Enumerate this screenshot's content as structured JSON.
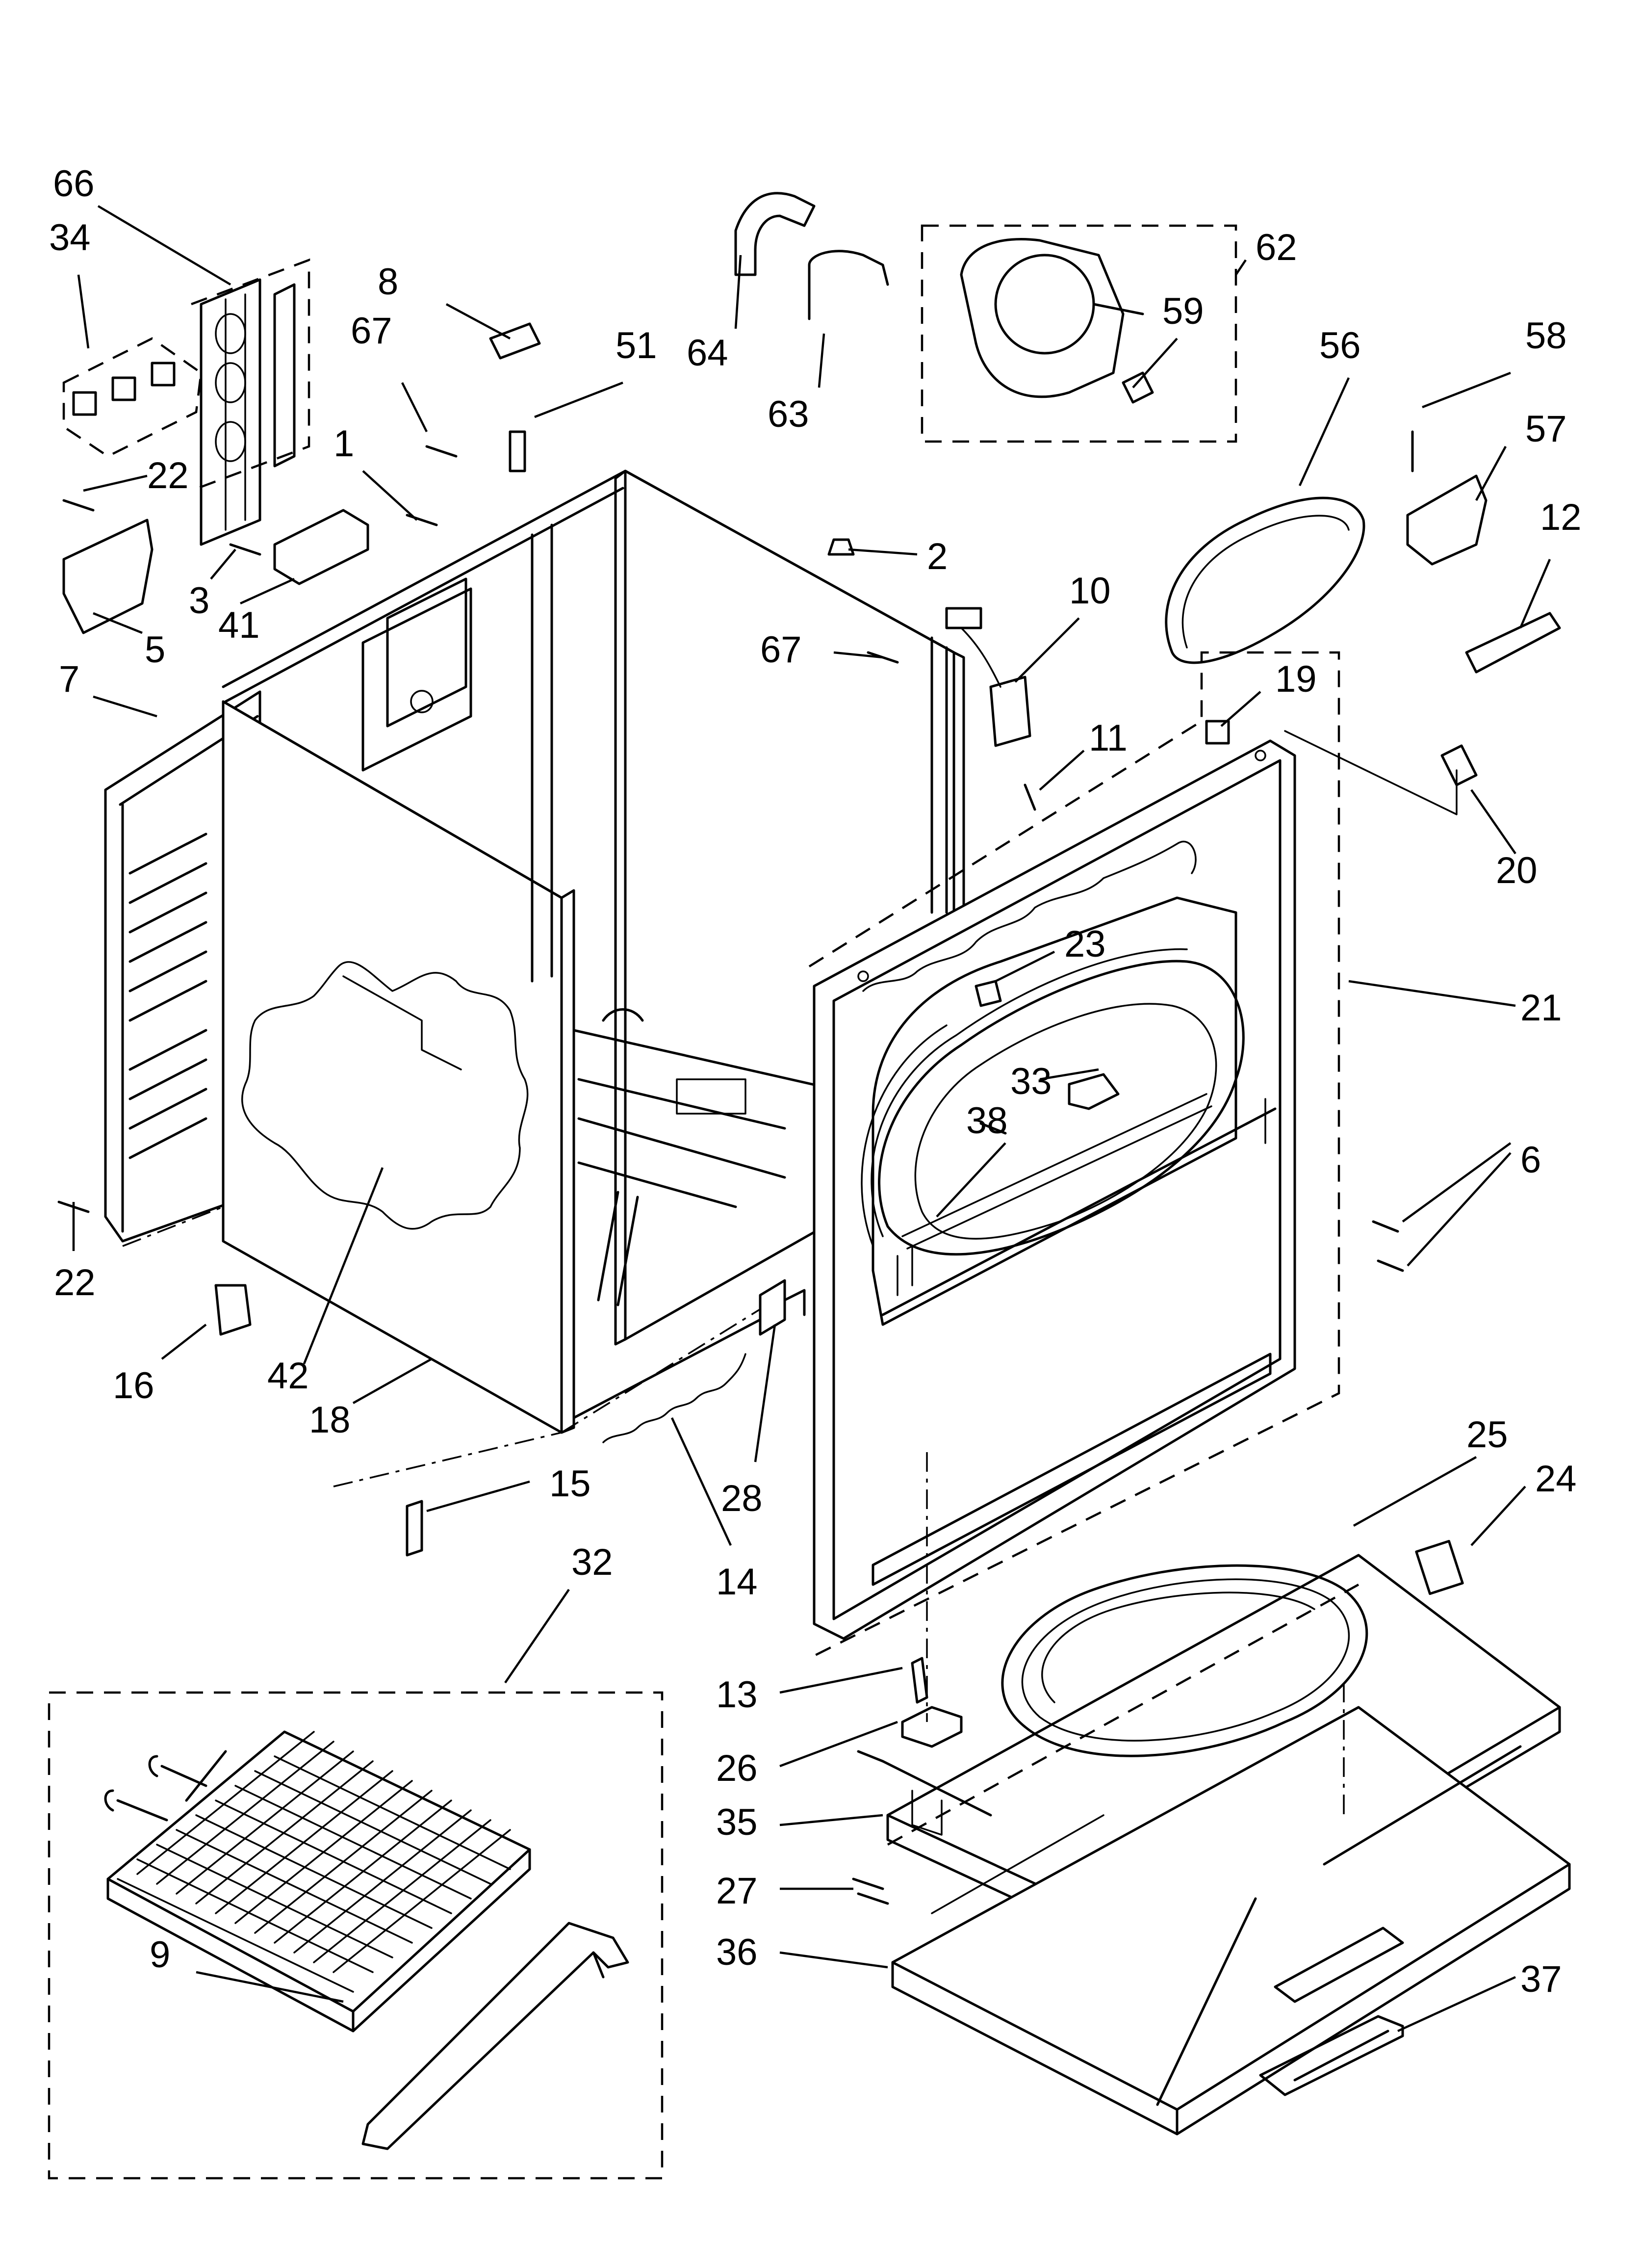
{
  "callouts": [
    {
      "id": "66",
      "text": "66"
    },
    {
      "id": "34",
      "text": "34"
    },
    {
      "id": "8",
      "text": "8"
    },
    {
      "id": "67a",
      "text": "67"
    },
    {
      "id": "51",
      "text": "51"
    },
    {
      "id": "64",
      "text": "64"
    },
    {
      "id": "63",
      "text": "63"
    },
    {
      "id": "62",
      "text": "62"
    },
    {
      "id": "59",
      "text": "59"
    },
    {
      "id": "56",
      "text": "56"
    },
    {
      "id": "58",
      "text": "58"
    },
    {
      "id": "57",
      "text": "57"
    },
    {
      "id": "12",
      "text": "12"
    },
    {
      "id": "22a",
      "text": "22"
    },
    {
      "id": "1",
      "text": "1"
    },
    {
      "id": "3",
      "text": "3"
    },
    {
      "id": "41",
      "text": "41"
    },
    {
      "id": "5",
      "text": "5"
    },
    {
      "id": "2",
      "text": "2"
    },
    {
      "id": "10",
      "text": "10"
    },
    {
      "id": "67b",
      "text": "67"
    },
    {
      "id": "7",
      "text": "7"
    },
    {
      "id": "19",
      "text": "19"
    },
    {
      "id": "11",
      "text": "11"
    },
    {
      "id": "20",
      "text": "20"
    },
    {
      "id": "23",
      "text": "23"
    },
    {
      "id": "21",
      "text": "21"
    },
    {
      "id": "33",
      "text": "33"
    },
    {
      "id": "38",
      "text": "38"
    },
    {
      "id": "6",
      "text": "6"
    },
    {
      "id": "22b",
      "text": "22"
    },
    {
      "id": "16",
      "text": "16"
    },
    {
      "id": "42",
      "text": "42"
    },
    {
      "id": "18",
      "text": "18"
    },
    {
      "id": "28",
      "text": "28"
    },
    {
      "id": "15",
      "text": "15"
    },
    {
      "id": "14",
      "text": "14"
    },
    {
      "id": "25",
      "text": "25"
    },
    {
      "id": "24",
      "text": "24"
    },
    {
      "id": "32",
      "text": "32"
    },
    {
      "id": "13",
      "text": "13"
    },
    {
      "id": "26",
      "text": "26"
    },
    {
      "id": "35",
      "text": "35"
    },
    {
      "id": "27",
      "text": "27"
    },
    {
      "id": "36",
      "text": "36"
    },
    {
      "id": "37",
      "text": "37"
    },
    {
      "id": "9",
      "text": "9"
    }
  ]
}
